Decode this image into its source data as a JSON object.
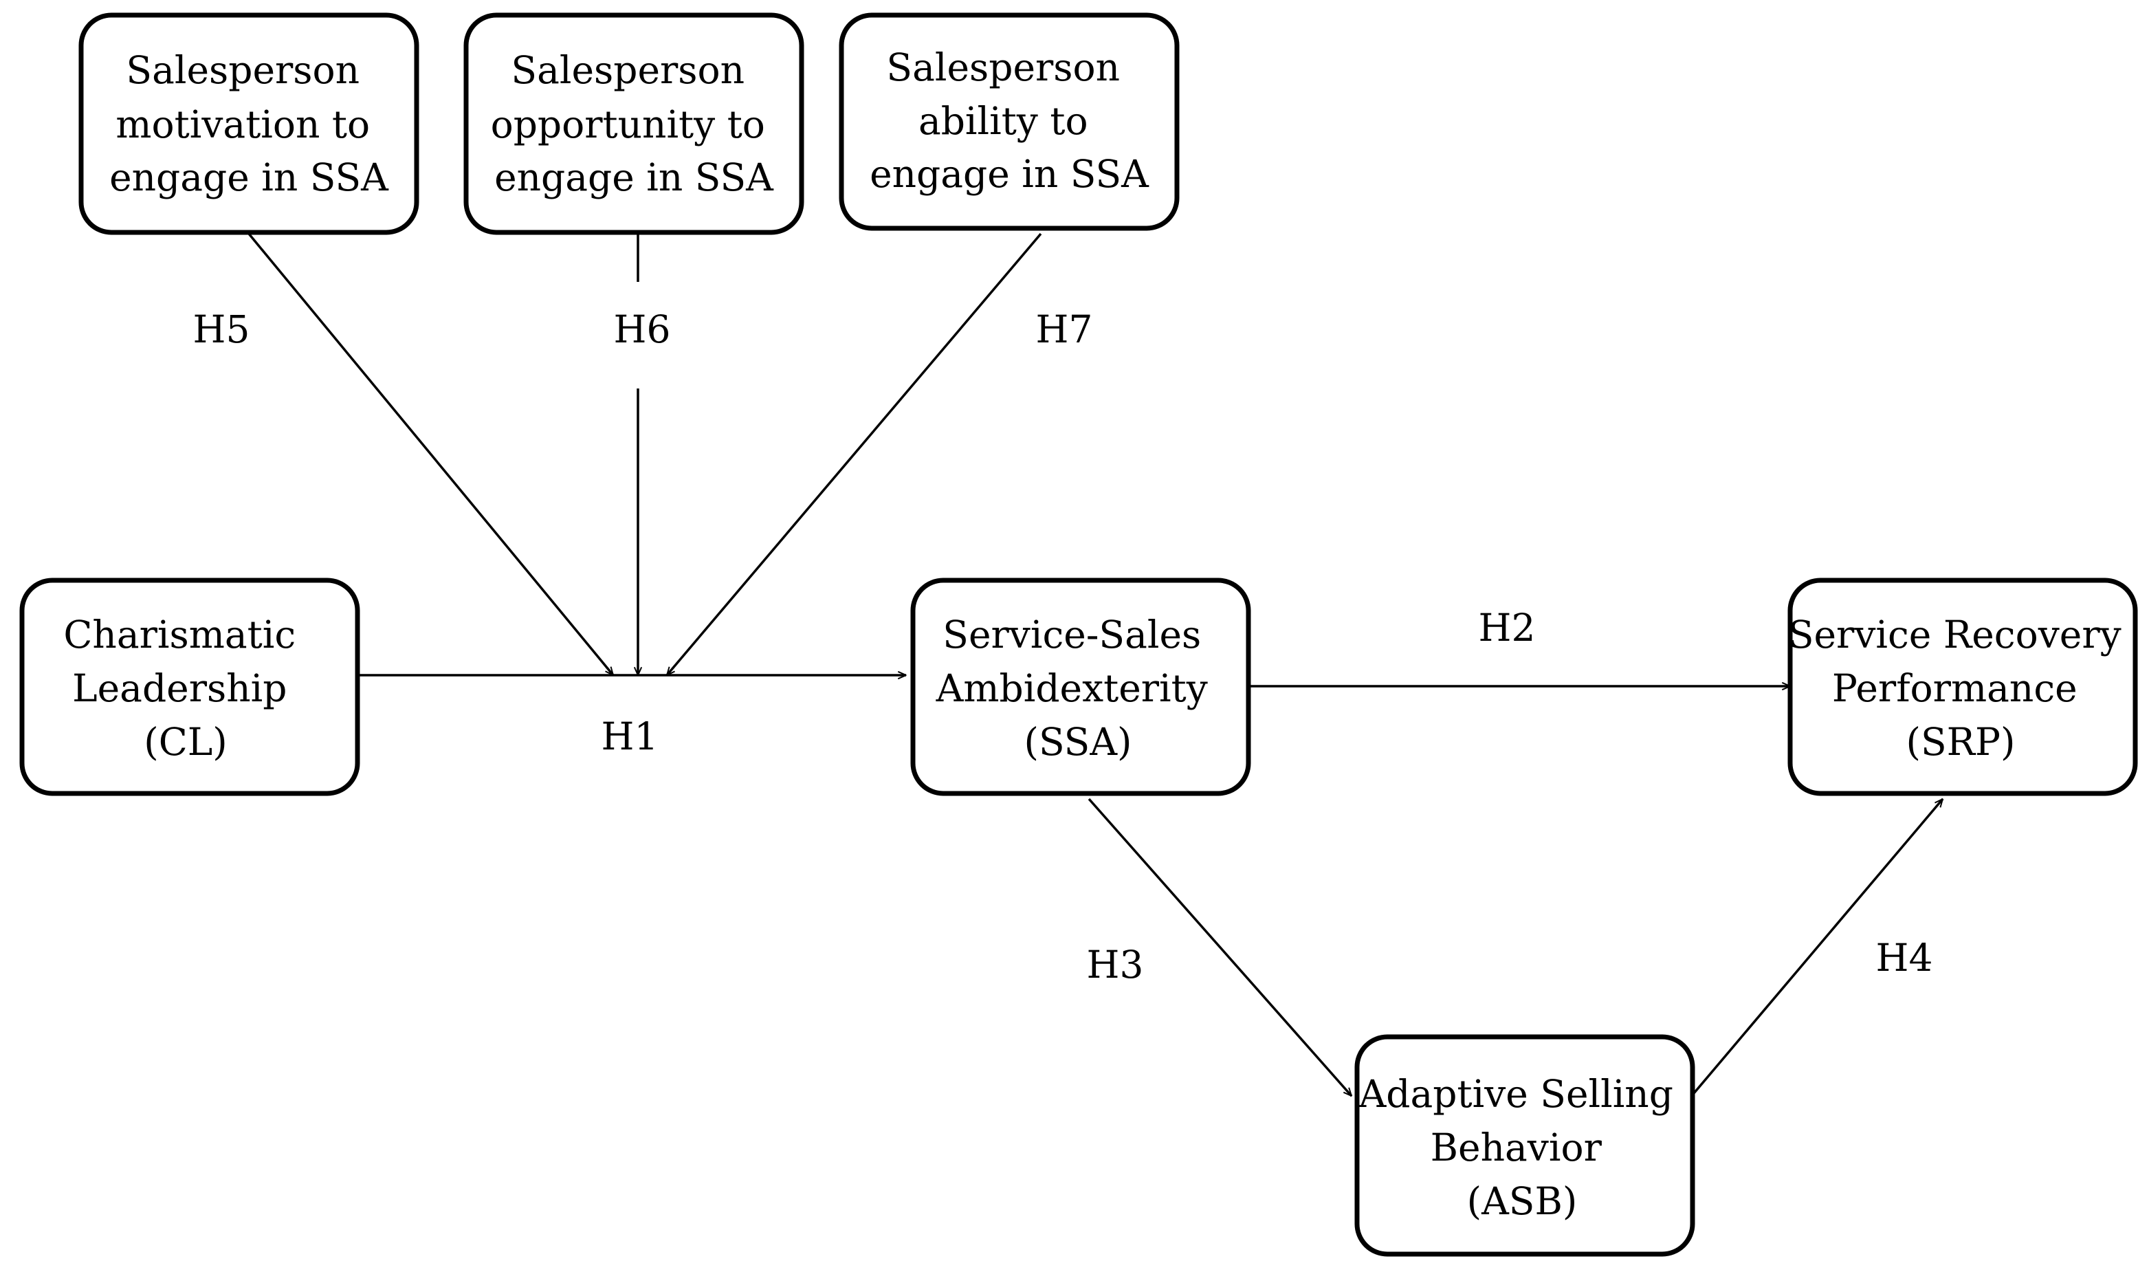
{
  "nodes": {
    "motivation": {
      "lines": [
        "Salesperson",
        "motivation to",
        "engage in SSA"
      ]
    },
    "opportunity": {
      "lines": [
        "Salesperson",
        "opportunity to",
        "engage in SSA"
      ]
    },
    "ability": {
      "lines": [
        "Salesperson",
        "ability to",
        "engage in SSA"
      ]
    },
    "cl": {
      "lines": [
        "Charismatic",
        "Leadership",
        "(CL)"
      ]
    },
    "ssa": {
      "lines": [
        "Service-Sales",
        "Ambidexterity",
        "(SSA)"
      ]
    },
    "srp": {
      "lines": [
        "Service Recovery",
        "Performance",
        "(SRP)"
      ]
    },
    "asb": {
      "lines": [
        "Adaptive Selling",
        "Behavior",
        "(ASB)"
      ]
    }
  },
  "hypotheses": {
    "h1": "H1",
    "h2": "H2",
    "h3": "H3",
    "h4": "H4",
    "h5": "H5",
    "h6": "H6",
    "h7": "H7"
  }
}
